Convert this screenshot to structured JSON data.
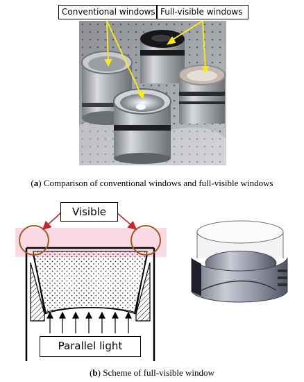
{
  "photo": {
    "label_conventional": "Conventional windows",
    "label_full_visible": "Full-visible windows",
    "colors": {
      "arrow": "#f4ea22",
      "metal": "#b9bcc0",
      "black_window": "#161616"
    }
  },
  "caption_a": {
    "letter": "a",
    "text": "Comparison of conventional windows and full-visible windows"
  },
  "scheme": {
    "visible_label": "Visible",
    "parallel_light_label": "Parallel light",
    "colors": {
      "circle": "#9c5a22",
      "highlight": "#f9d9e4",
      "arrow": "#c1272d"
    }
  },
  "caption_b": {
    "letter": "b",
    "text": "Scheme of full-visible window"
  }
}
